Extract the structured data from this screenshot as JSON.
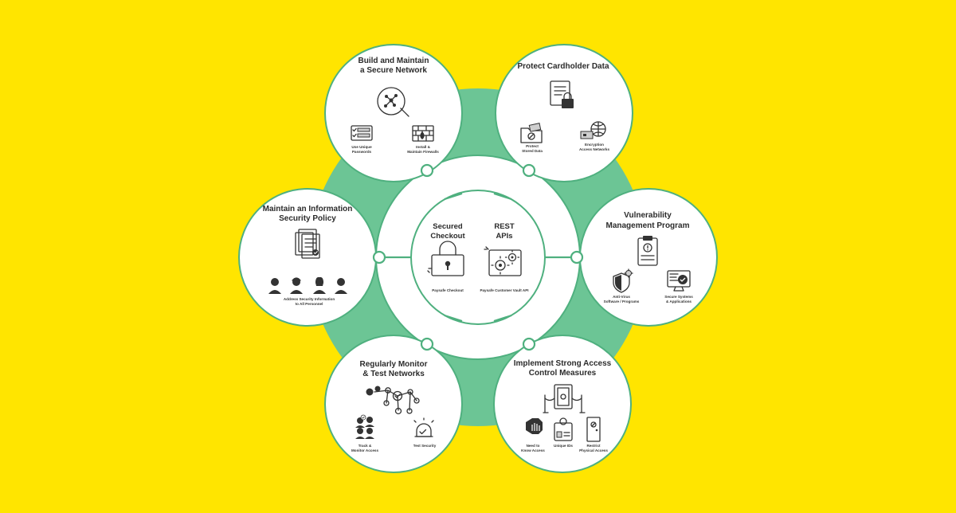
{
  "colors": {
    "background": "#FFE500",
    "ring": "#6CC595",
    "ring_line": "#4FB07F",
    "circle_fill": "#FFFFFF",
    "icon": "#333333"
  },
  "center": {
    "left": {
      "title_line1": "Secured",
      "title_line2": "Checkout",
      "label": "Paysafe Checkout",
      "icon": "padlock-card-icon"
    },
    "right": {
      "title_line1": "REST",
      "title_line2": "APIs",
      "label": "Paysafe Customer Vault API",
      "icon": "gears-icon"
    }
  },
  "nodes": {
    "network": {
      "title_line1": "Build and Maintain",
      "title_line2": "a Secure Network",
      "main_icon": "network-magnifier-icon",
      "items": [
        {
          "icon": "password-form-icon",
          "line1": "Use Unique",
          "line2": "Passwords"
        },
        {
          "icon": "firewall-icon",
          "line1": "Install &",
          "line2": "Maintain Firewalls"
        }
      ]
    },
    "cardholder": {
      "title_line1": "Protect Cardholder Data",
      "title_line2": "",
      "main_icon": "locked-document-icon",
      "items": [
        {
          "icon": "folder-card-icon",
          "line1": "Protect",
          "line2": "Stored Data"
        },
        {
          "icon": "globe-card-icon",
          "line1": "Encryption",
          "line2": "Access Networks"
        }
      ]
    },
    "vulnerability": {
      "title_line1": "Vulnerability",
      "title_line2": "Management Program",
      "main_icon": "clipboard-alert-icon",
      "items": [
        {
          "icon": "shield-virus-icon",
          "line1": "Anti-Virus",
          "line2": "Software / Programs"
        },
        {
          "icon": "secure-monitor-icon",
          "line1": "Secure Systems",
          "line2": "& Applications"
        }
      ]
    },
    "access": {
      "title_line1": "Implement Strong Access",
      "title_line2": "Control Measures",
      "main_icon": "vault-door-icon",
      "items": [
        {
          "icon": "stop-hand-icon",
          "line1": "Need to",
          "line2": "Know Access"
        },
        {
          "icon": "id-badge-icon",
          "line1": "Unique IDs",
          "line2": ""
        },
        {
          "icon": "door-icon",
          "line1": "Restrict",
          "line2": "Physical Access"
        }
      ]
    },
    "monitor": {
      "title_line1": "Regularly Monitor",
      "title_line2": "& Test Networks",
      "main_icon": "network-check-icon",
      "items": [
        {
          "icon": "people-check-icon",
          "line1": "Track &",
          "line2": "Monitor Access"
        },
        {
          "icon": "alarm-bell-icon",
          "line1": "Test Security",
          "line2": ""
        }
      ]
    },
    "policy": {
      "title_line1": "Maintain an Information",
      "title_line2": "Security Policy",
      "main_icon": "policy-documents-icon",
      "items": [
        {
          "icon": "personnel-icon",
          "line1": "Address Security Information",
          "line2": "to All Personnel"
        }
      ]
    }
  }
}
